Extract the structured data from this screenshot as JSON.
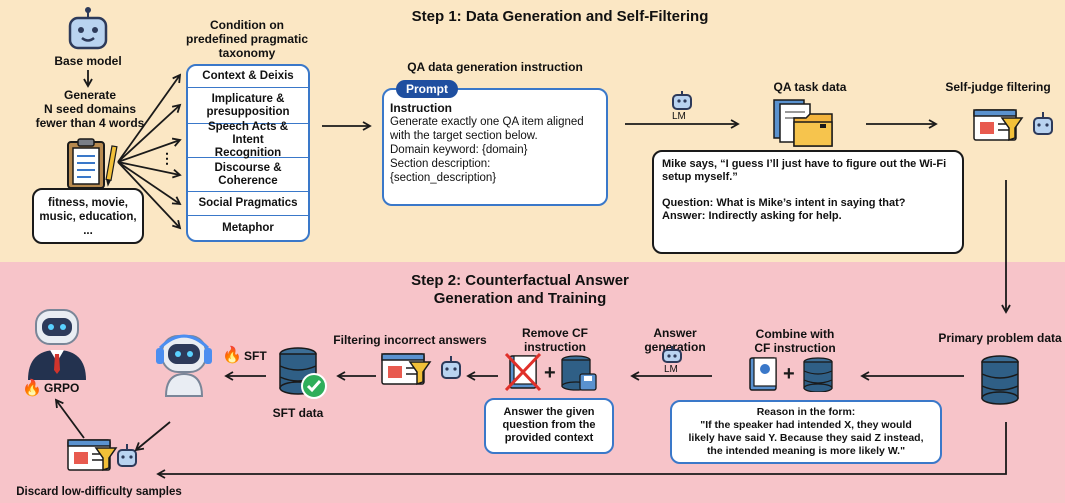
{
  "step1": {
    "title": "Step 1: Data Generation and Self-Filtering",
    "base_model": "Base model",
    "generate": "Generate\nN seed domains\nfewer than 4 words",
    "domains": "fitness, movie,\nmusic, education,\n...",
    "condition": "Condition on\npredefined pragmatic\ntaxonomy",
    "taxonomy": [
      "Context & Deixis",
      "Implicature &\npresupposition",
      "Speech Acts & Intent\nRecognition",
      "Discourse &\nCoherence",
      "Social Pragmatics",
      "Metaphor"
    ],
    "dots": "⋮",
    "qa_instruction_label": "QA data generation instruction",
    "prompt_badge": "Prompt",
    "instruction_heading": "Instruction",
    "instruction_body": "Generate exactly one QA item aligned\nwith the target section below.\nDomain keyword: {domain}\nSection description:\n{section_description}",
    "lm": "LM",
    "qa_task": "QA task data",
    "self_judge": "Self-judge filtering",
    "example": "Mike says, “I guess I’ll just have to figure out the Wi-Fi\nsetup myself.”\n\nQuestion: What is Mike’s intent in saying that?\nAnswer: Indirectly asking for help."
  },
  "step2": {
    "title": "Step 2: Counterfactual Answer\nGeneration and Training",
    "primary": "Primary problem data",
    "combine": "Combine with\nCF instruction",
    "reason": "Reason in the form:\n\"If the speaker had intended X, they would\nlikely have said Y. Because they said Z instead,\nthe intended meaning is more likely W.\"",
    "answer_gen": "Answer\ngeneration",
    "lm": "LM",
    "remove_cf": "Remove CF\ninstruction",
    "answer_given": "Answer the given\nquestion from the\nprovided context",
    "filtering": "Filtering incorrect answers",
    "sft_data": "SFT data",
    "sft": "SFT",
    "grpo": "GRPO",
    "discard": "Discard low-difficulty samples",
    "plus": "+",
    "fire": "🔥"
  },
  "colors": {
    "step1_bg": "#fbe7c4",
    "step2_bg": "#f7c4c9",
    "accent_blue": "#3a78c9",
    "db_blue": "#2f5f86"
  }
}
